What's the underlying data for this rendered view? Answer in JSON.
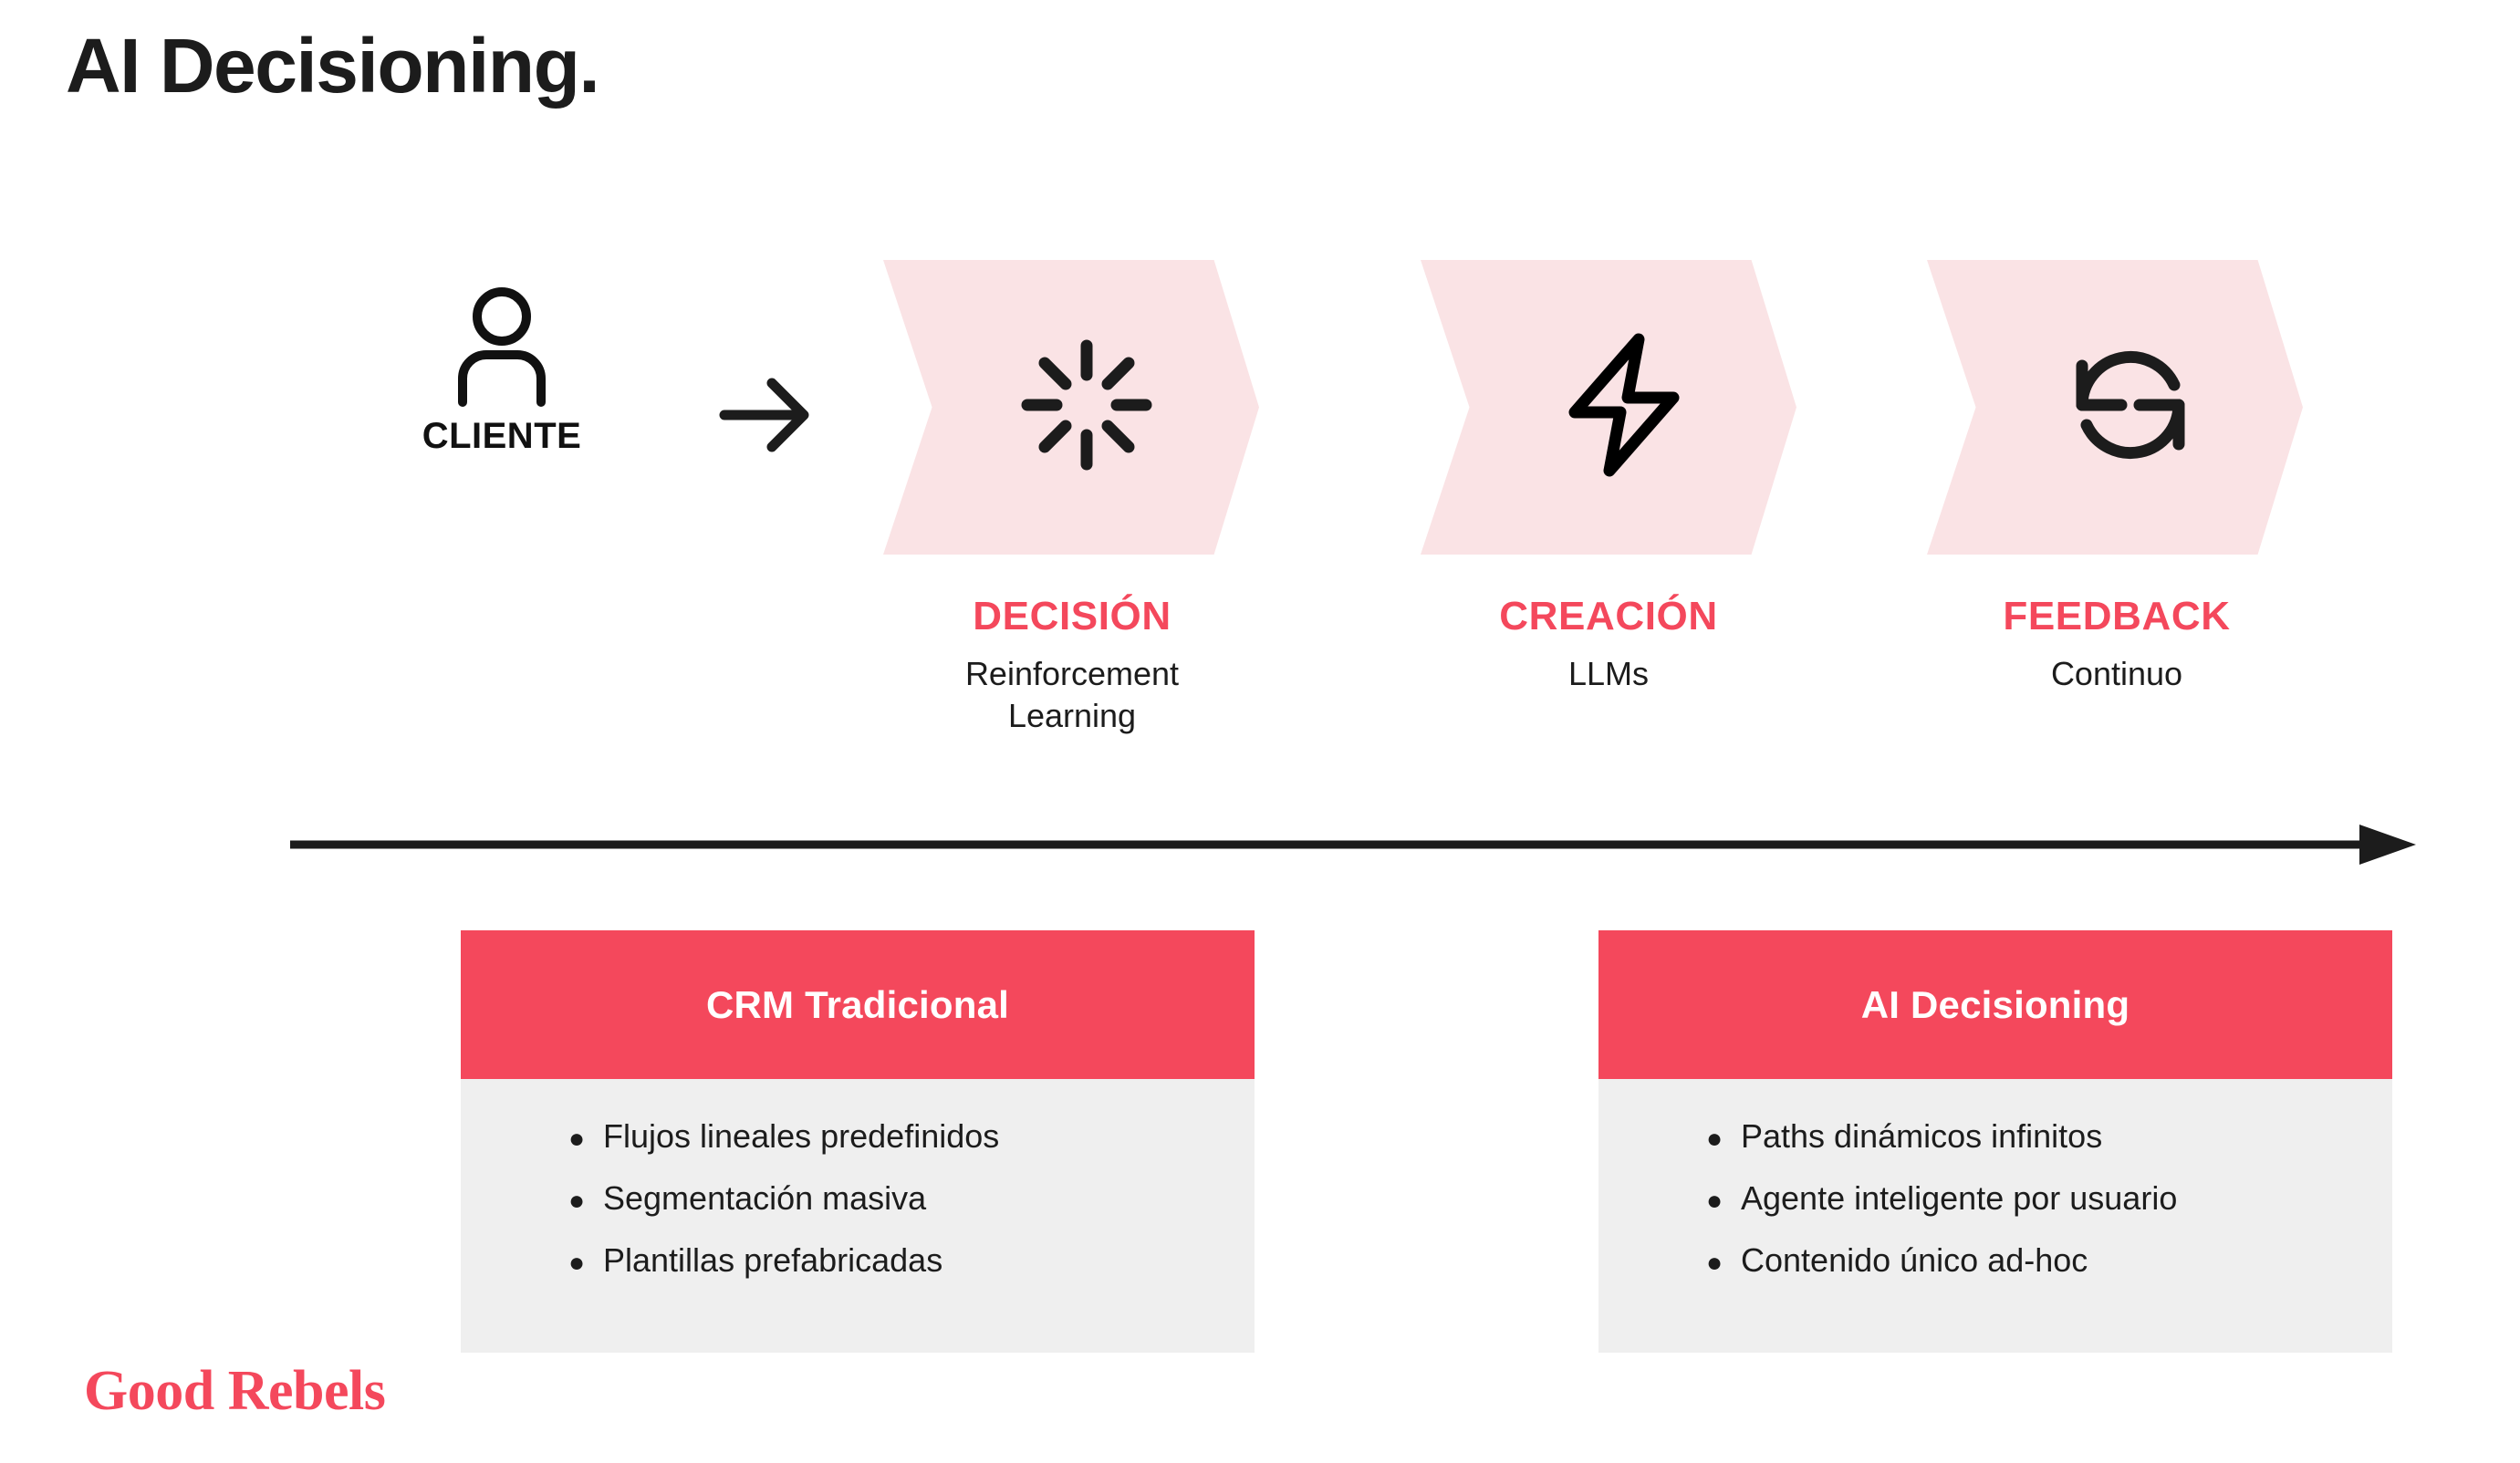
{
  "slide": {
    "title": "AI Decisioning.",
    "background": "#ffffff"
  },
  "colors": {
    "accent": "#f4485c",
    "chevron_fill": "#fae3e5",
    "card_body": "#efefef",
    "ink": "#1c1c1c"
  },
  "actor": {
    "icon": "person-icon",
    "label": "CLIENTE"
  },
  "flow_arrow": {
    "icon": "arrow-right-icon"
  },
  "stages": [
    {
      "icon": "spinner-burst-icon",
      "title": "DECISIÓN",
      "subtitle": "Reinforcement\nLearning",
      "subtitle_line1": "Reinforcement",
      "subtitle_line2": "Learning"
    },
    {
      "icon": "lightning-bolt-icon",
      "title": "CREACIÓN",
      "subtitle": "LLMs",
      "subtitle_line1": "LLMs",
      "subtitle_line2": ""
    },
    {
      "icon": "refresh-cycle-icon",
      "title": "FEEDBACK",
      "subtitle": "Continuo",
      "subtitle_line1": "Continuo",
      "subtitle_line2": ""
    }
  ],
  "timeline": {
    "icon": "timeline-arrow-right-icon"
  },
  "comparison": [
    {
      "title": "CRM Tradicional",
      "bullets": [
        "Flujos lineales predefinidos",
        "Segmentación masiva",
        "Plantillas prefabricadas"
      ]
    },
    {
      "title": "AI Decisioning",
      "bullets": [
        "Paths dinámicos infinitos",
        "Agente inteligente por usuario",
        "Contenido único ad-hoc"
      ]
    }
  ],
  "bullet_glyph": "●",
  "brand": {
    "name": "Good Rebels"
  }
}
